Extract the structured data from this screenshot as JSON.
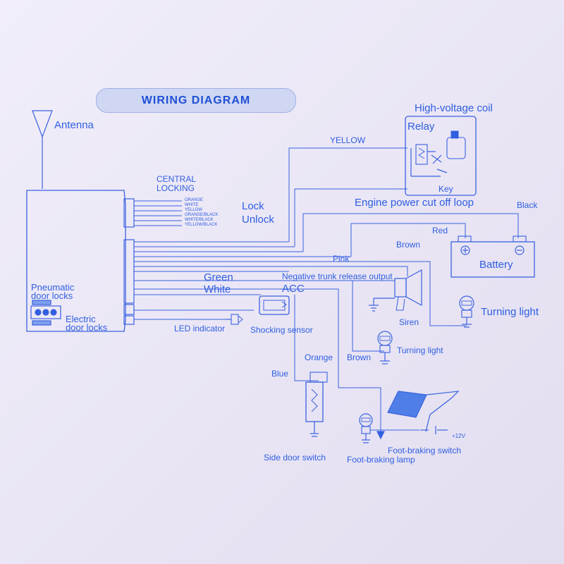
{
  "title": "WIRING DIAGRAM",
  "labels": {
    "antenna": "Antenna",
    "central_locking_1": "CENTRAL",
    "central_locking_2": "LOCKING",
    "lock": "Lock",
    "unlock": "Unlock",
    "yellow": "YELLOW",
    "high_voltage_coil": "High-voltage coil",
    "relay": "Relay",
    "key": "Key",
    "engine_cut_off": "Engine power cut off loop",
    "black": "Black",
    "red": "Red",
    "brown_top": "Brown",
    "pink": "Pink",
    "battery": "Battery",
    "green": "Green",
    "white": "White",
    "negative_trunk": "Negative trunk release output",
    "acc": "ACC",
    "siren": "Siren",
    "turning_light_right": "Turning light",
    "turning_light_mid": "Turning light",
    "pneumatic_1": "Pneumatic",
    "pneumatic_2": "door locks",
    "electric_1": "Electric",
    "electric_2": "door locks",
    "led_indicator": "LED indicator",
    "shocking_sensor": "Shocking sensor",
    "orange": "Orange",
    "brown_mid": "Brown",
    "blue": "Blue",
    "plus12v": "+12V",
    "side_door_switch": "Side door switch",
    "foot_braking_lamp": "Foot-braking lamp",
    "foot_braking_switch": "Foot-braking switch"
  },
  "locking_wires": [
    "ORANGE",
    "WHITE",
    "YELLOW",
    "ORANGE/BLACK",
    "WHITE/BLACK",
    "YELLOW/BLACK"
  ],
  "colors": {
    "line": "#3a62e0",
    "text": "#2f5ee0",
    "title": "#1f4fd6"
  }
}
